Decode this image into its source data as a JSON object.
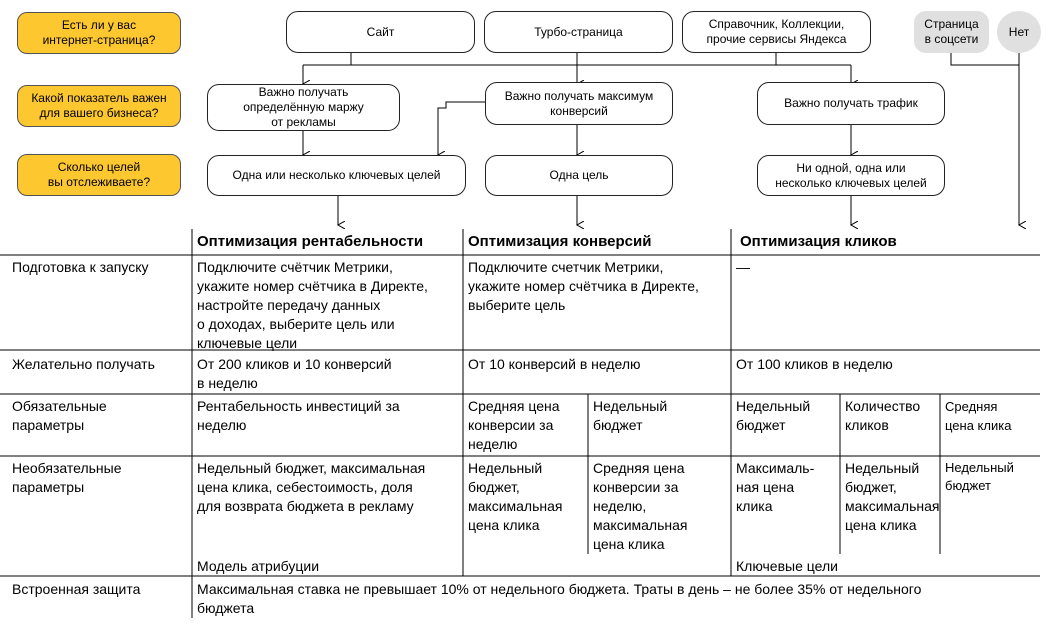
{
  "questions": {
    "q1": "Есть ли у вас\nинтернет-страница?",
    "q2": "Какой показатель важен\nдля вашего бизнеса?",
    "q3": "Сколько целей\nвы отслеживаете?"
  },
  "pages": {
    "site": "Сайт",
    "turbo": "Турбо-страница",
    "yandex": "Справочник, Коллекции,\nпрочие сервисы Яндекса",
    "social": "Страница\nв соцсети",
    "none": "Нет"
  },
  "metrics": {
    "margin": "Важно получать\nопределённую маржу\nот рекламы",
    "conversions": "Важно получать максимум\nконверсий",
    "traffic": "Важно получать трафик"
  },
  "goals": {
    "one_or_several": "Одна или несколько ключевых целей",
    "one": "Одна цель",
    "none_one_several": "Ни одной, одна или\nнесколько ключевых целей"
  },
  "table": {
    "headers": [
      "Оптимизация рентабельности",
      "Оптимизация конверсий",
      "Оптимизация кликов"
    ],
    "rows": {
      "prep": {
        "label": "Подготовка к запуску",
        "c1": "Подключите счётчик Метрики,\nукажите номер счётчика в Директе,\nнастройте передачу данных\nо доходах, выберите цель или\nключевые цели",
        "c2": "Подключите счетчик Метрики,\nукажите номер счётчика в Директе,\nвыберите цель",
        "c3": "—"
      },
      "desired": {
        "label": "Желательно получать",
        "c1": "От 200 кликов и 10 конверсий\nв неделю",
        "c2": "От 10 конверсий в неделю",
        "c3": "От 100 кликов в неделю"
      },
      "required": {
        "label": "Обязательные\nпараметры",
        "c1": "Рентабельность инвестиций за\nнеделю",
        "c2a": "Средняя цена\nконверсии за\nнеделю",
        "c2b": "Недельный\nбюджет",
        "c3a": "Недельный\nбюджет",
        "c3b": "Количество\nкликов",
        "c3c": "Средняя\nцена клика"
      },
      "optional": {
        "label": "Необязательные\nпараметры",
        "c1": "Недельный бюджет, максимальная\nцена клика, себестоимость, доля\nдля возврата бюджета в рекламу",
        "c2a": "Недельный\nбюджет,\nмаксимальная\nцена клика",
        "c2b": "Средняя цена\nконверсии за\nнеделю,\nмаксимальная\nцена клика",
        "c3a": "Максималь-\nная цена\nклика",
        "c3b": "Недельный\nбюджет,\nмаксимальная\nцена клика",
        "c3c": "Недельный\nбюджет",
        "attribution": "Модель атрибуции",
        "key_goals": "Ключевые цели"
      },
      "protection": {
        "label": "Встроенная защита",
        "text": "Максимальная ставка не превышает 10% от недельного бюджета. Траты в день – не более 35% от недельного\nбюджета"
      }
    }
  }
}
